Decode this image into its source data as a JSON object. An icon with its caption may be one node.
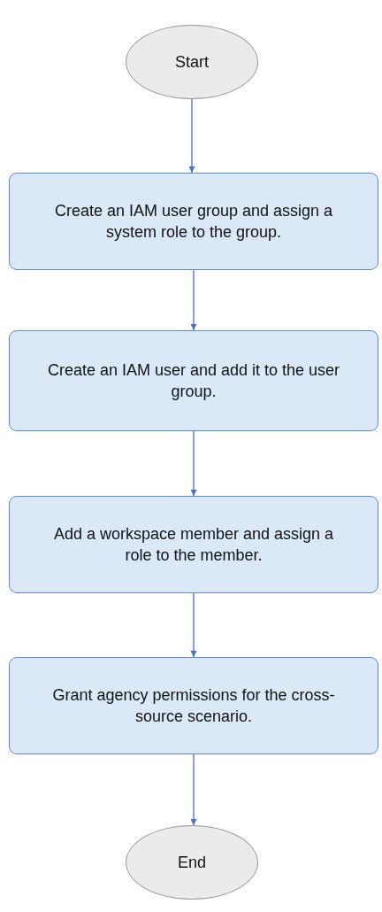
{
  "diagram": {
    "nodes": [
      {
        "text": [
          "Start"
        ]
      },
      {
        "text": [
          "Create an IAM user group and assign a system role to the group."
        ]
      },
      {
        "text": [
          "Create an IAM user and add it to the user group."
        ]
      },
      {
        "text": [
          "Add a workspace member and assign a role to the member."
        ]
      },
      {
        "text": [
          "Grant agency permissions for the cross-source scenario."
        ]
      },
      {
        "text": [
          "End"
        ]
      }
    ],
    "edges": [
      {
        "from": 0,
        "to": 1,
        "arrow": "to"
      },
      {
        "from": 1,
        "to": 2,
        "arrow": "to"
      },
      {
        "from": 2,
        "to": 3,
        "arrow": "to"
      },
      {
        "from": 3,
        "to": 4,
        "arrow": "to"
      },
      {
        "from": 4,
        "to": 5,
        "arrow": "to"
      }
    ]
  }
}
